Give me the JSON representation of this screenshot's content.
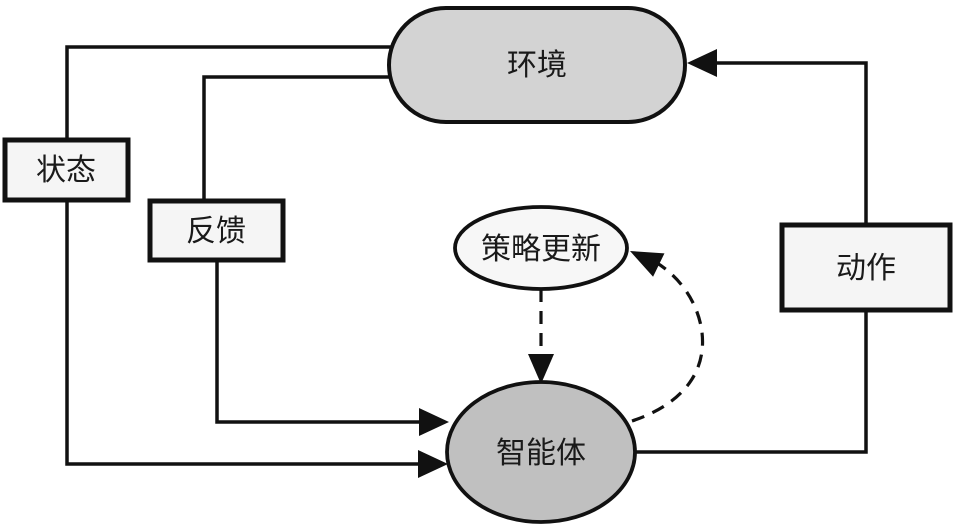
{
  "diagram": {
    "background": "#ffffff",
    "line_color": "#111111",
    "nodes": {
      "environment": {
        "label": "环境",
        "fill": "#d3d3d3"
      },
      "state": {
        "label": "状态",
        "fill": "#f5f5f5"
      },
      "feedback": {
        "label": "反馈",
        "fill": "#f5f5f5"
      },
      "action": {
        "label": "动作",
        "fill": "#f5f5f5"
      },
      "policy_update": {
        "label": "策略更新",
        "fill": "#f7f7f7"
      },
      "agent": {
        "label": "智能体",
        "fill": "#c0c0c0"
      }
    },
    "edges": [
      {
        "from": "环境",
        "via": "状态",
        "to": "智能体",
        "style": "solid",
        "arrow_at": "智能体"
      },
      {
        "from": "环境",
        "via": "反馈",
        "to": "智能体",
        "style": "solid",
        "arrow_at": "智能体"
      },
      {
        "from": "智能体",
        "via": "动作",
        "to": "环境",
        "style": "solid",
        "arrow_at": "环境"
      },
      {
        "from": "策略更新",
        "to": "智能体",
        "style": "dashed",
        "arrow_at": "智能体"
      },
      {
        "from": "智能体",
        "to": "策略更新",
        "style": "dashed-curve",
        "arrow_at": "策略更新"
      }
    ]
  }
}
